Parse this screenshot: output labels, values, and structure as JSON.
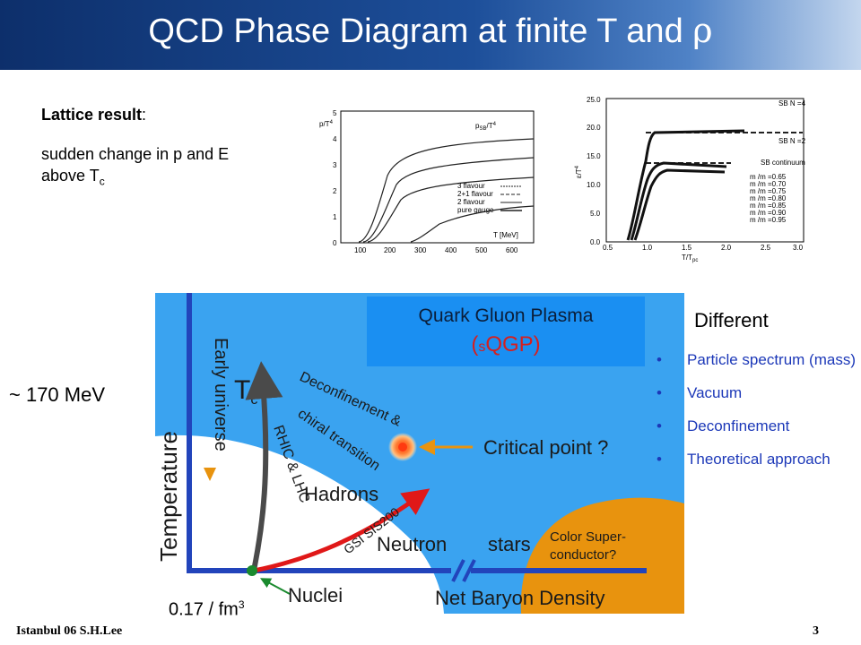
{
  "title": {
    "text": "QCD Phase Diagram at finite T and ",
    "rho": "ρ"
  },
  "lattice": {
    "heading": "Lattice result",
    "heading_colon": ":",
    "line1": "sudden change in p and E",
    "line2": "above T",
    "line2_sub": "c"
  },
  "plot1": {
    "yticks": [
      "0",
      "1",
      "2",
      "3",
      "4",
      "5"
    ],
    "xticks": [
      "100",
      "200",
      "300",
      "400",
      "500",
      "600"
    ],
    "xlabel": "T [MeV]",
    "ylabel": "p/T",
    "ylabel_sup": "4",
    "sb_label": "p",
    "sb_sub": "SB",
    "sb_div": "/T",
    "sb_sup": "4",
    "legend": [
      "3 flavour",
      "2+1 flavour",
      "2 flavour",
      "pure gauge"
    ]
  },
  "plot2": {
    "yticks": [
      "0.0",
      "5.0",
      "10.0",
      "15.0",
      "20.0",
      "25.0"
    ],
    "xticks": [
      "0.5",
      "1.0",
      "1.5",
      "2.0",
      "2.5",
      "3.0"
    ],
    "xlabel": "T/T",
    "xlabel_sub": "pc",
    "ylabel": "ε/T",
    "ylabel_sup": "4",
    "sb_labels": [
      "SB N =4",
      "SB N =2",
      "SB continuum"
    ],
    "legend": [
      "m /m =0.65",
      "m /m =0.70",
      "m /m =0.75",
      "m /m =0.80",
      "m /m =0.85",
      "m /m =0.90",
      "m /m =0.95"
    ]
  },
  "diagram": {
    "y_axis": "Temperature",
    "early_universe": "Early universe",
    "tc": "T",
    "tc_sub": "c",
    "x_axis": "Net Baryon Density",
    "nuclei": "Nuclei",
    "deconf1": "Deconfinement &",
    "deconf2": "chiral transition",
    "rhic": "RHIC & LHC",
    "hadrons": "Hadrons",
    "gsi": "GSI SIS200",
    "neutron": "Neutron",
    "stars": "stars",
    "critical": "Critical point ?",
    "csc1": "Color Super-",
    "csc2": "conductor?",
    "qgp_line1": "Quark Gluon Plasma",
    "qgp_open": "(",
    "qgp_s": "s",
    "qgp_main": "QGP",
    "qgp_close": ")"
  },
  "tc_value": "~ 170 MeV",
  "density_value": {
    "text": "0.17 / fm",
    "sup": "3"
  },
  "different": {
    "heading": "Different",
    "items": [
      "Particle spectrum (mass)",
      "Vacuum",
      "Deconfinement",
      "Theoretical approach"
    ]
  },
  "footer": {
    "left": "Istanbul 06  S.H.Lee",
    "right": "3"
  },
  "colors": {
    "title_bar": "#1d4f9a",
    "qgp_blue": "#1a8ff2",
    "diagram_axis": "#2244bb",
    "list_blue": "#1c38b8",
    "red_arrow": "#e01818",
    "superconductor": "#e8930e"
  }
}
